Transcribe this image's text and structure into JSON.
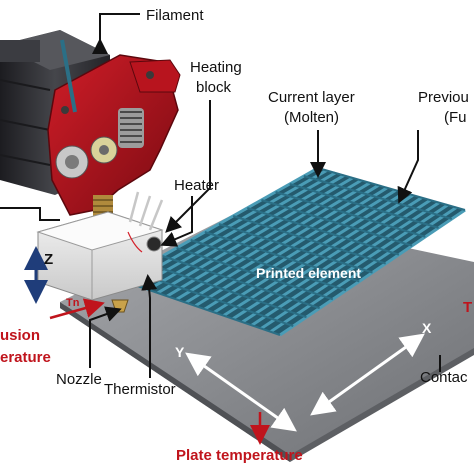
{
  "labels": {
    "filament": "Filament",
    "heating_block_1": "Heating",
    "heating_block_2": "block",
    "current_layer_1": "Current layer",
    "current_layer_2": "(Molten)",
    "previous_layer_1": "Previou",
    "previous_layer_2": "(Fu",
    "heater": "Heater",
    "printed_element": "Printed element",
    "z_axis": "Z",
    "y_axis": "Y",
    "x_axis": "X",
    "fusion_temperature_1": "usion",
    "fusion_temperature_2": "erature",
    "nozzle": "Nozzle",
    "thermistor": "Thermistor",
    "plate_temperature": "Plate temperature",
    "contact": "Contac",
    "tn": "Tn",
    "right_t": "T"
  },
  "colors": {
    "red_label": "#c0141c",
    "extruder_red": "#a8101a",
    "motor_dark": "#2f2f33",
    "plate_gray": "#8a8c90",
    "filament_blue": "#2b6f86",
    "axis_arrow": "#ffffff",
    "z_arrow": "#1f3d7a"
  },
  "icons": {
    "z_arrow": "double-arrow-icon",
    "xy_arrows": "double-arrow-icon"
  }
}
